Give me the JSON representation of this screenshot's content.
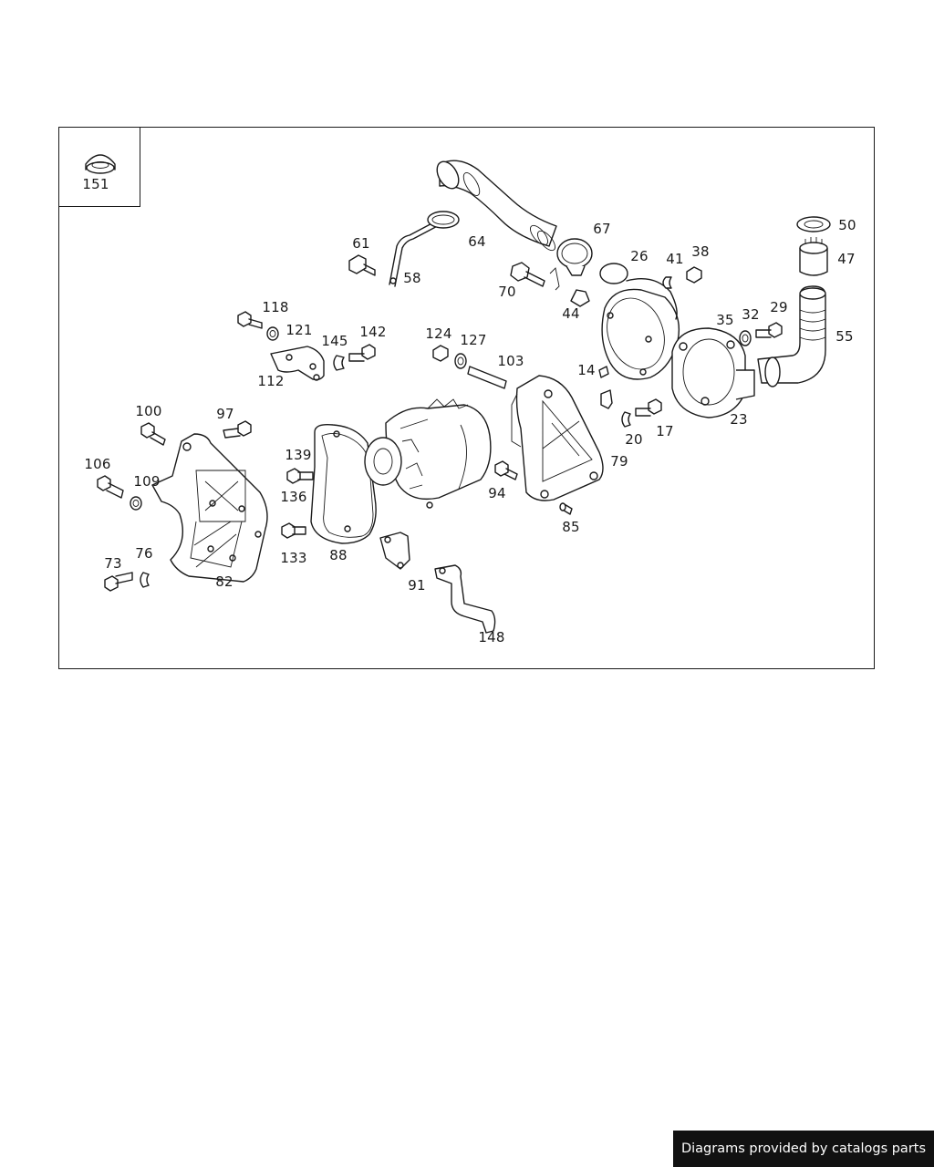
{
  "footer": {
    "credit": "Diagrams provided by catalogs parts"
  },
  "inset": {
    "label": "151"
  },
  "callouts": [
    {
      "id": "64",
      "text": "64"
    },
    {
      "id": "67",
      "text": "67"
    },
    {
      "id": "61",
      "text": "61"
    },
    {
      "id": "58",
      "text": "58"
    },
    {
      "id": "70",
      "text": "70"
    },
    {
      "id": "26",
      "text": "26"
    },
    {
      "id": "41",
      "text": "41"
    },
    {
      "id": "38",
      "text": "38"
    },
    {
      "id": "50",
      "text": "50"
    },
    {
      "id": "47",
      "text": "47"
    },
    {
      "id": "44",
      "text": "44"
    },
    {
      "id": "118",
      "text": "118"
    },
    {
      "id": "121",
      "text": "121"
    },
    {
      "id": "145",
      "text": "145"
    },
    {
      "id": "142",
      "text": "142"
    },
    {
      "id": "124",
      "text": "124"
    },
    {
      "id": "127",
      "text": "127"
    },
    {
      "id": "103",
      "text": "103"
    },
    {
      "id": "35",
      "text": "35"
    },
    {
      "id": "32",
      "text": "32"
    },
    {
      "id": "29",
      "text": "29"
    },
    {
      "id": "55",
      "text": "55"
    },
    {
      "id": "112",
      "text": "112"
    },
    {
      "id": "14",
      "text": "14"
    },
    {
      "id": "100",
      "text": "100"
    },
    {
      "id": "97",
      "text": "97"
    },
    {
      "id": "23",
      "text": "23"
    },
    {
      "id": "20",
      "text": "20"
    },
    {
      "id": "17",
      "text": "17"
    },
    {
      "id": "139",
      "text": "139"
    },
    {
      "id": "79",
      "text": "79"
    },
    {
      "id": "106",
      "text": "106"
    },
    {
      "id": "109",
      "text": "109"
    },
    {
      "id": "136",
      "text": "136"
    },
    {
      "id": "94",
      "text": "94"
    },
    {
      "id": "85",
      "text": "85"
    },
    {
      "id": "76",
      "text": "76"
    },
    {
      "id": "73",
      "text": "73"
    },
    {
      "id": "133",
      "text": "133"
    },
    {
      "id": "88",
      "text": "88"
    },
    {
      "id": "82",
      "text": "82"
    },
    {
      "id": "91",
      "text": "91"
    },
    {
      "id": "148",
      "text": "148"
    }
  ]
}
